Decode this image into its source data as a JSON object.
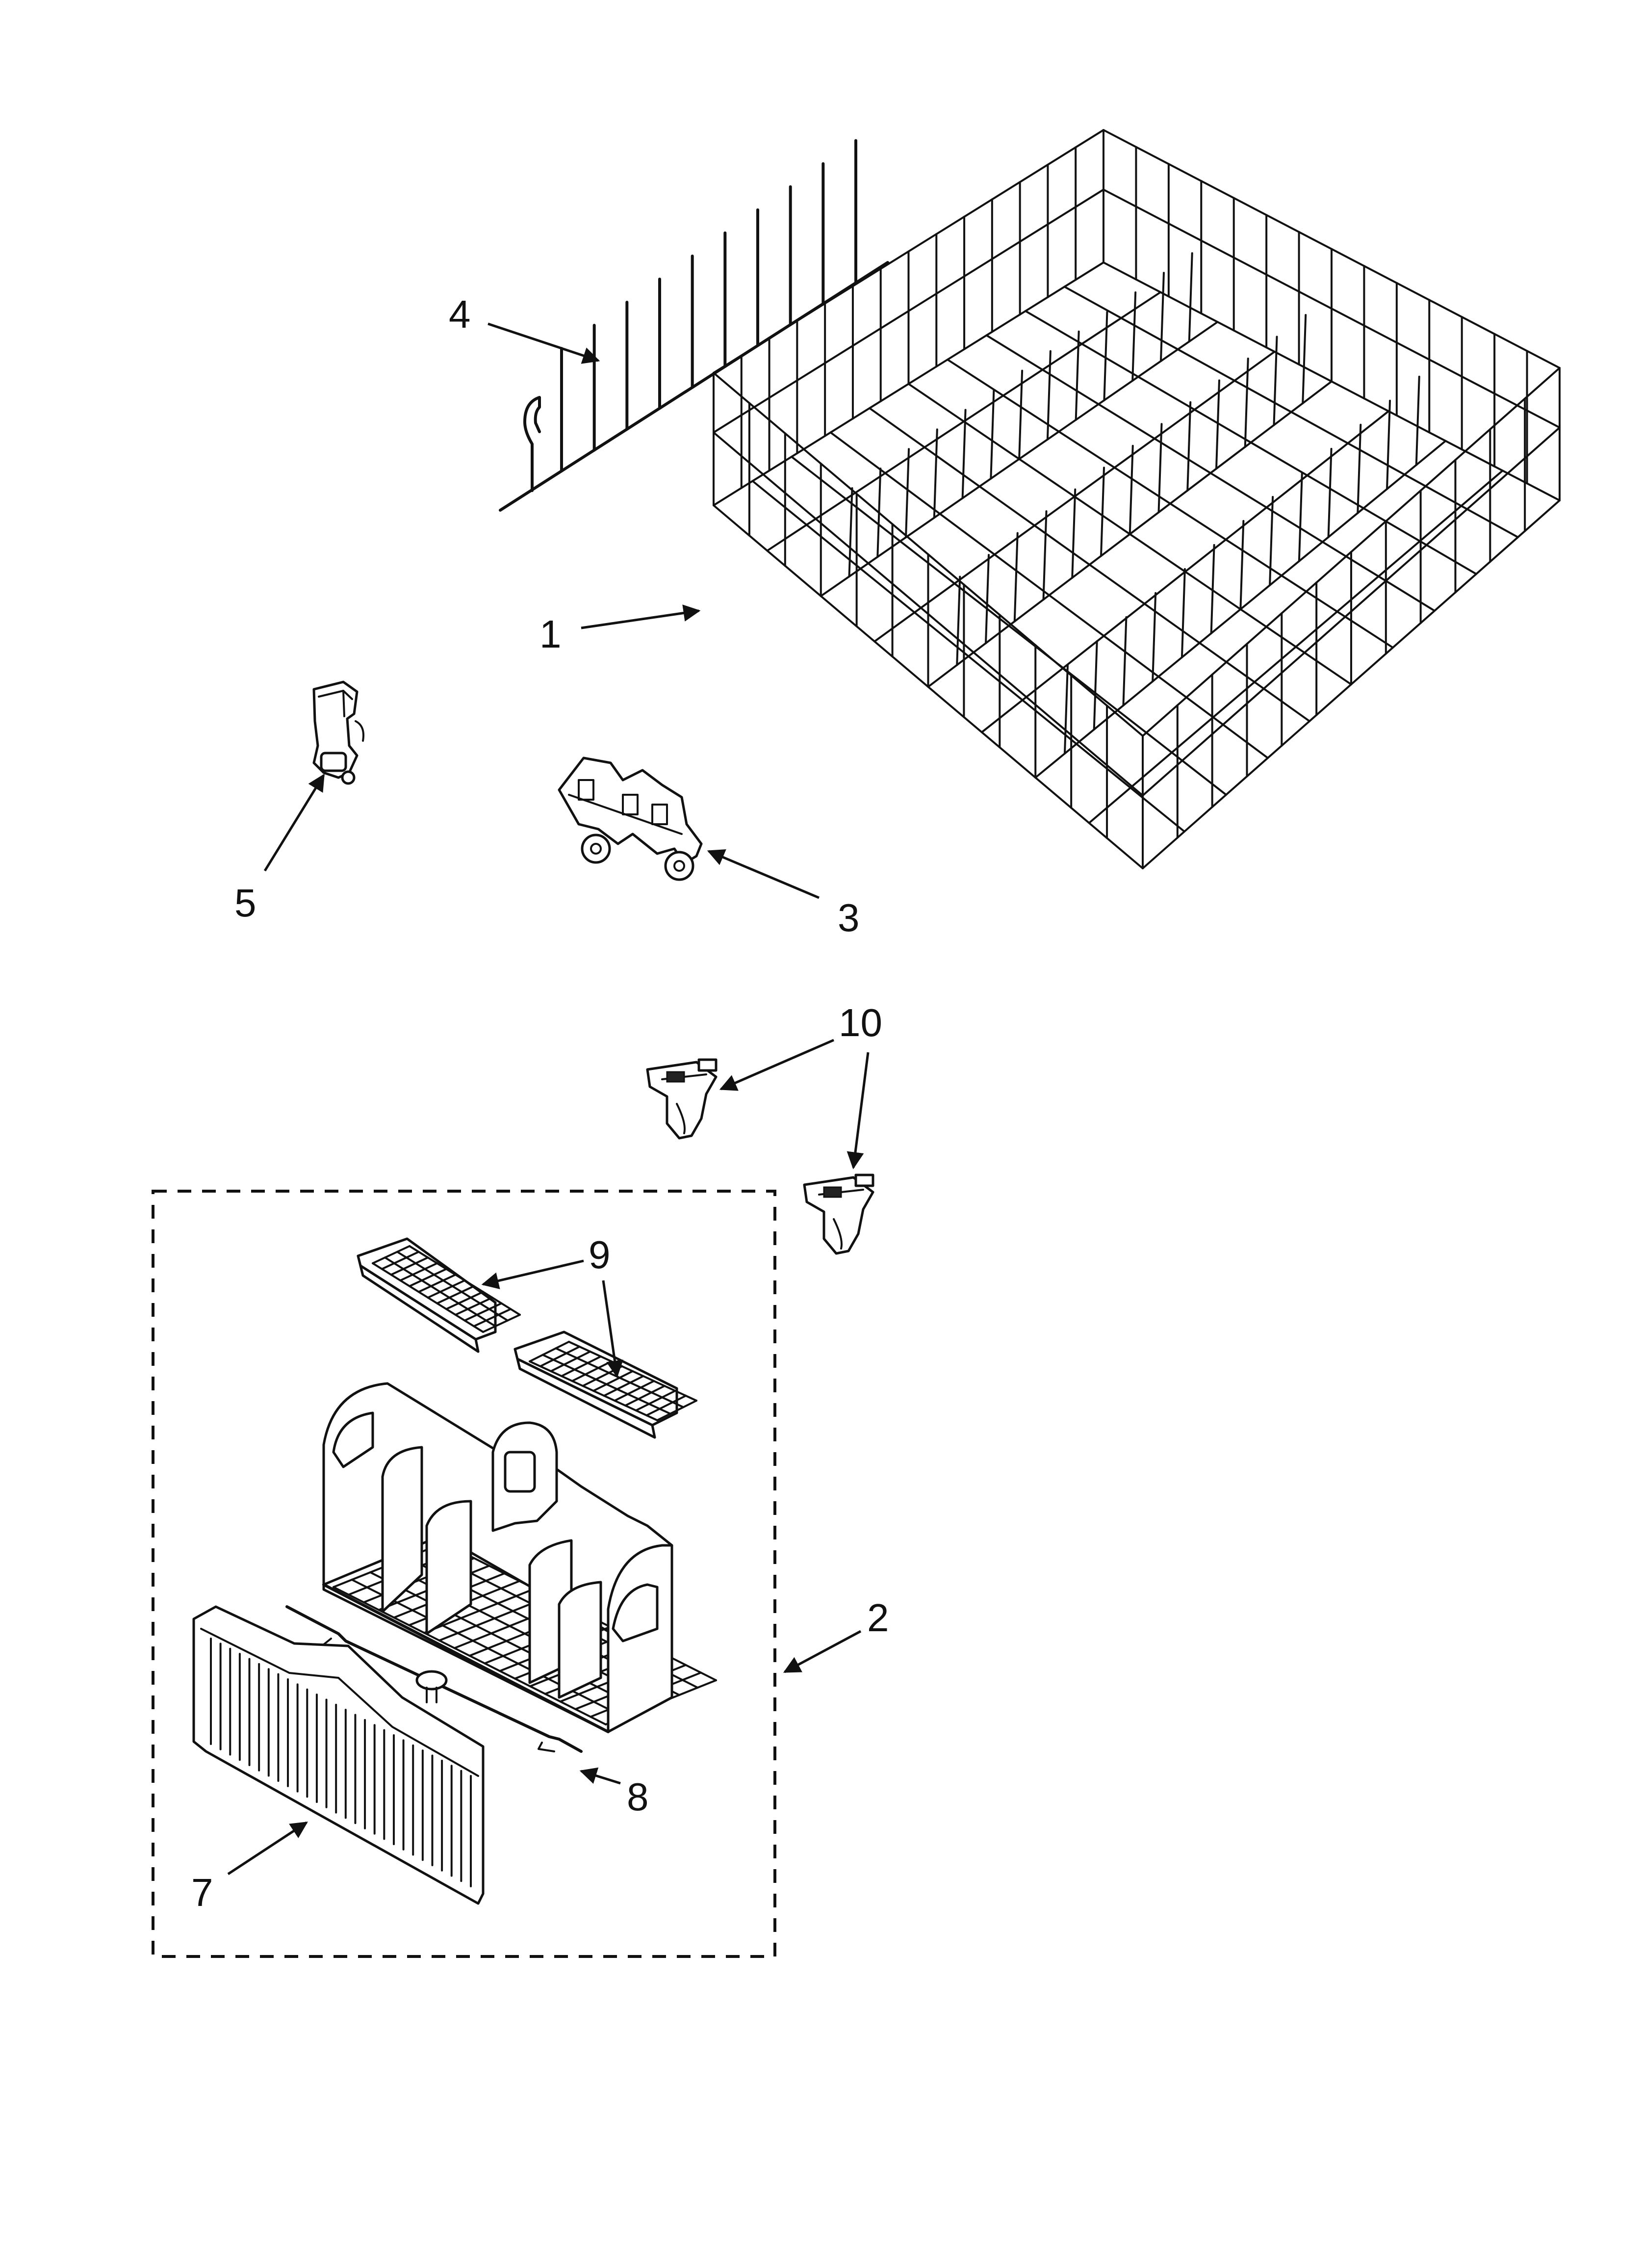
{
  "diagram": {
    "callouts": [
      {
        "id": "1",
        "text": "1"
      },
      {
        "id": "2",
        "text": "2"
      },
      {
        "id": "3",
        "text": "3"
      },
      {
        "id": "4",
        "text": "4"
      },
      {
        "id": "5",
        "text": "5"
      },
      {
        "id": "7",
        "text": "7"
      },
      {
        "id": "8",
        "text": "8"
      },
      {
        "id": "9",
        "text": "9"
      },
      {
        "id": "10",
        "text": "10"
      }
    ]
  }
}
